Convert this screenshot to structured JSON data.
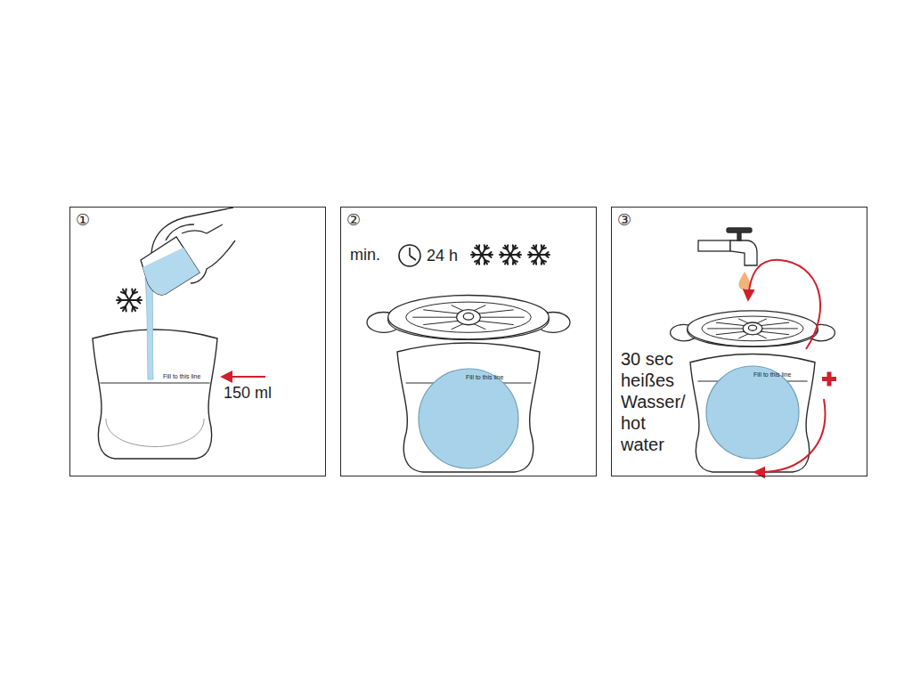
{
  "diagram": {
    "nodes": [
      {
        "text": [
          "①",
          "Fill to this line",
          "150 ml"
        ]
      },
      {
        "text": [
          "②",
          "min.",
          "24 h",
          "Fill to this line"
        ]
      },
      {
        "text": [
          "③",
          "30 sec heißes Wasser/ hot water",
          "Fill to this line"
        ]
      }
    ]
  }
}
